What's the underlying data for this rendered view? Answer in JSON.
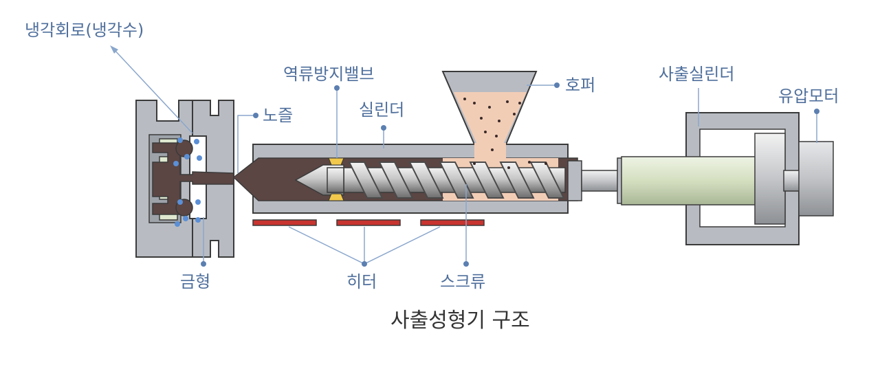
{
  "labels": {
    "cooling": "냉각회로(냉각수)",
    "check_valve": "역류방지밸브",
    "nozzle": "노즐",
    "cylinder": "실린더",
    "hopper": "호퍼",
    "injection_cylinder": "사출실린더",
    "hydraulic_motor": "유압모터",
    "mold": "금형",
    "heater": "히터",
    "screw": "스크류"
  },
  "caption": "사출성형기 구조",
  "colors": {
    "label": "#4f6f9c",
    "leader": "#8aa6cc",
    "steel": "#b8bcc2",
    "outline": "#3a3a3a",
    "resin": "#5b4644",
    "pellets": "#f2cdb6",
    "heater": "#c8342f",
    "piston": "#dfe8cf",
    "water": "#5b8fd6"
  }
}
